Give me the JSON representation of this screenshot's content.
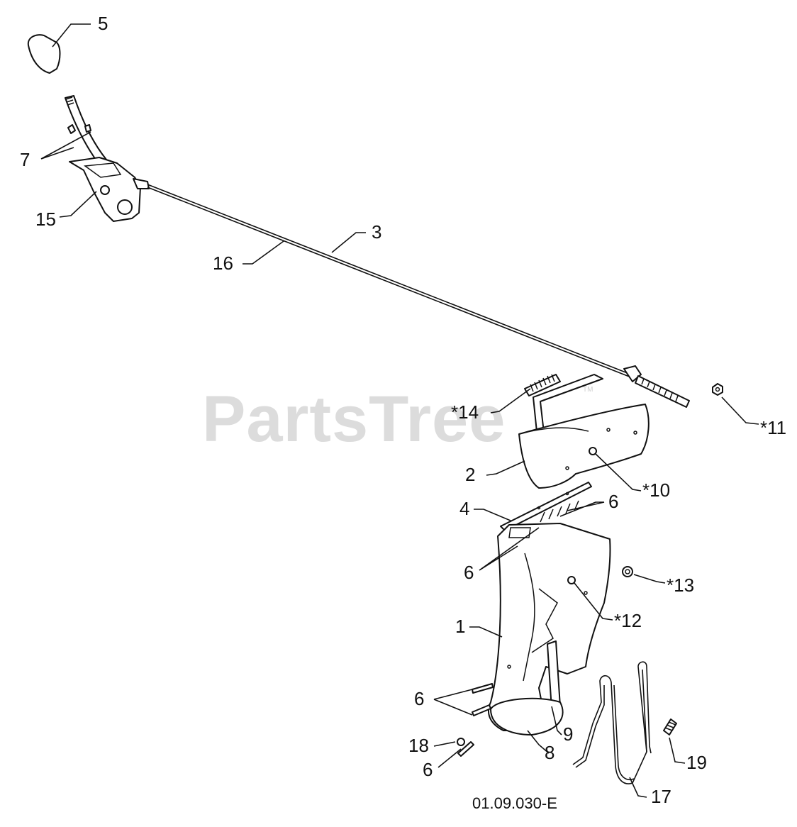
{
  "watermark": {
    "text": "PartsTree",
    "tm": "TM"
  },
  "drawing_code": "01.09.030-E",
  "callouts": {
    "c1": "1",
    "c2": "2",
    "c3": "3",
    "c4": "4",
    "c5": "5",
    "c6a": "6",
    "c6b": "6",
    "c6c": "6",
    "c6d": "6",
    "c7": "7",
    "c8": "8",
    "c9": "9",
    "c10": "*10",
    "c11": "*11",
    "c12": "*12",
    "c13": "*13",
    "c14": "*14",
    "c15": "15",
    "c16": "16",
    "c17": "17",
    "c18": "18",
    "c19": "19"
  }
}
